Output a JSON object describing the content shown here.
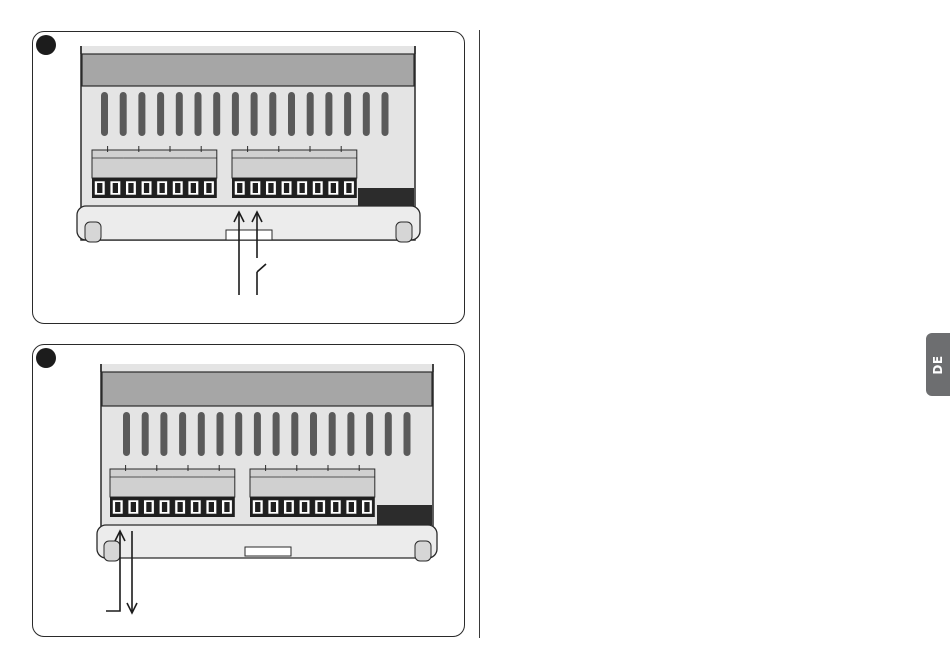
{
  "language_tab": {
    "label": "DE"
  },
  "figures": [
    {
      "id": "figure-1",
      "wiring": "two-input-wires-with-switch"
    },
    {
      "id": "figure-2",
      "wiring": "loop-in-out"
    }
  ],
  "colors": {
    "outline": "#2a2a2a",
    "housing_top": "#a6a6a6",
    "housing_body": "#e4e4e4",
    "slot": "#5a5a5a",
    "terminal_block": "#d0d0d0",
    "terminal_dark": "#1f1f1f",
    "bottom_strip": "#ececec",
    "tab": "#6d6e70"
  }
}
